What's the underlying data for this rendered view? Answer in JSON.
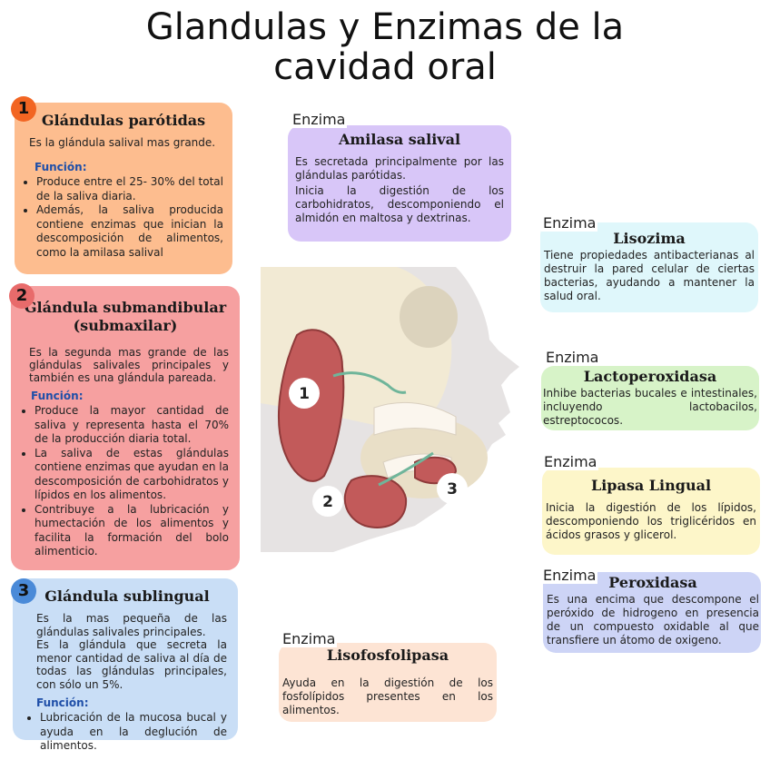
{
  "title": {
    "line1": "Glandulas y Enzimas de la",
    "line2": "cavidad oral"
  },
  "glands": [
    {
      "number": "1",
      "name": "Glándulas parótidas",
      "desc": "Es la glándula salival mas grande.",
      "func_label": "Función:",
      "items": [
        "Produce entre el 25- 30% del total de la saliva diaria.",
        "Además, la saliva producida contiene enzimas que inician la descomposición de alimentos, como la amilasa salival"
      ],
      "color": "#fdbd8f",
      "badge_color": "#f26522"
    },
    {
      "number": "2",
      "name_line1": "Glándula submandibular",
      "name_line2": "(submaxilar)",
      "desc": "Es la segunda mas grande de las glándulas salivales principales y también es una glándula pareada.",
      "func_label": "Función:",
      "items": [
        "Produce la mayor cantidad de saliva y representa hasta el 70% de la producción diaria total.",
        "La saliva de estas glándulas contiene enzimas que ayudan en la descomposición de carbohidratos y lípidos en los alimentos.",
        "Contribuye a la lubricación y humectación de los alimentos y facilita la formación del bolo alimenticio."
      ],
      "color": "#f6a0a0",
      "badge_color": "#e86b6b"
    },
    {
      "number": "3",
      "name": "Glándula sublingual",
      "desc1": "Es la mas pequeña de las glándulas salivales principales.",
      "desc2": "Es la glándula que secreta la menor cantidad de saliva al día de todas las glándulas principales, con sólo un 5%.",
      "func_label": "Función:",
      "items": [
        "Lubricación de la mucosa bucal y ayuda en la deglución de alimentos."
      ],
      "color": "#c9def6",
      "badge_color": "#4a8ad8"
    }
  ],
  "enzymes": [
    {
      "tag": "Enzima",
      "name": "Amilasa salival",
      "text1": "Es secretada principalmente por las glándulas parótidas.",
      "text2": "Inicia la digestión de los carbohidratos, descomponiendo el almidón en maltosa y dextrinas."
    },
    {
      "tag": "Enzima",
      "name": "Lisozima",
      "text1": "Tiene propiedades antibacterianas al destruir la pared celular de ciertas bacterias, ayudando a mantener la salud oral."
    },
    {
      "tag": "Enzima",
      "name": "Lactoperoxidasa",
      "text1": "Inhibe bacterias bucales e intestinales, incluyendo lactobacilos, estreptococos."
    },
    {
      "tag": "Enzima",
      "name": "Lipasa Lingual",
      "text1": "Inicia la digestión de los lípidos, descomponiendo los triglicéridos en ácidos grasos y glicerol."
    },
    {
      "tag": "Enzima",
      "name": "Peroxidasa",
      "text1": "Es una encima que descompone el peróxido de hidrogeno en presencia de un compuesto oxidable al que transfiere un átomo de oxigeno."
    },
    {
      "tag": "Enzima",
      "name": "Lisofosfolipasa",
      "text1": "Ayuda en la digestión de los fosfolípidos presentes en los alimentos."
    }
  ],
  "illustration": {
    "labels": [
      "1",
      "2",
      "3"
    ]
  }
}
